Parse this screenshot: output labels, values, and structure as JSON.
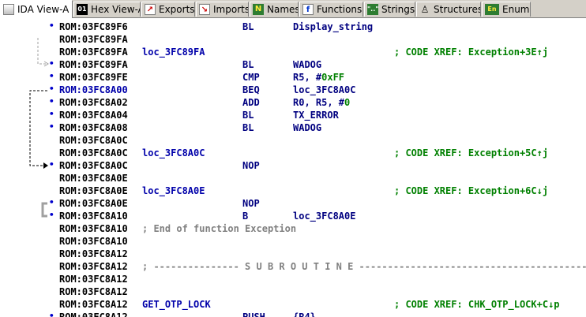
{
  "tabs": [
    {
      "label": "IDA View-A",
      "icon": "ida-view-icon",
      "glyph": "",
      "active": true
    },
    {
      "label": "Hex View-A",
      "icon": "hex-view-icon",
      "glyph": "01",
      "active": false
    },
    {
      "label": "Exports",
      "icon": "exports-icon",
      "glyph": "↗",
      "active": false
    },
    {
      "label": "Imports",
      "icon": "imports-icon",
      "glyph": "↘",
      "active": false
    },
    {
      "label": "Names",
      "icon": "names-icon",
      "glyph": "N",
      "active": false
    },
    {
      "label": "Functions",
      "icon": "functions-icon",
      "glyph": "f",
      "active": false
    },
    {
      "label": "Strings",
      "icon": "strings-icon",
      "glyph": "\"..\"",
      "active": false
    },
    {
      "label": "Structures",
      "icon": "structures-icon",
      "glyph": "♙",
      "active": false
    },
    {
      "label": "Enums",
      "icon": "enums-icon",
      "glyph": "En",
      "active": false
    }
  ],
  "colors": {
    "address": "#000000",
    "label": "#0000aa",
    "mnemonic": "#000080",
    "xref": "#008000",
    "comment": "#808080",
    "bullet": "#0000cc"
  },
  "listing": [
    {
      "dot": true,
      "addr": "ROM:03FC89F6",
      "label": "",
      "mnem": "BL",
      "ops": "Display_string",
      "xref": ""
    },
    {
      "dot": false,
      "addr": "ROM:03FC89FA",
      "label": "",
      "mnem": "",
      "ops": "",
      "xref": ""
    },
    {
      "dot": false,
      "addr": "ROM:03FC89FA",
      "label": "loc_3FC89FA",
      "mnem": "",
      "ops": "",
      "xref": "; CODE XREF: Exception+3E↑j"
    },
    {
      "dot": true,
      "addr": "ROM:03FC89FA",
      "label": "",
      "mnem": "BL",
      "ops": "WADOG",
      "xref": ""
    },
    {
      "dot": true,
      "addr": "ROM:03FC89FE",
      "label": "",
      "mnem": "CMP",
      "ops": "R5, #",
      "num": "0xFF",
      "xref": ""
    },
    {
      "dot": true,
      "addr": "ROM:03FC8A00",
      "label": "",
      "mnem": "BEQ",
      "ops": "loc_3FC8A0C",
      "xref": "",
      "hl": true
    },
    {
      "dot": true,
      "addr": "ROM:03FC8A02",
      "label": "",
      "mnem": "ADD",
      "ops": "R0, R5, #",
      "num": "0",
      "xref": ""
    },
    {
      "dot": true,
      "addr": "ROM:03FC8A04",
      "label": "",
      "mnem": "BL",
      "ops": "TX_ERROR",
      "xref": ""
    },
    {
      "dot": true,
      "addr": "ROM:03FC8A08",
      "label": "",
      "mnem": "BL",
      "ops": "WADOG",
      "xref": ""
    },
    {
      "dot": false,
      "addr": "ROM:03FC8A0C",
      "label": "",
      "mnem": "",
      "ops": "",
      "xref": ""
    },
    {
      "dot": false,
      "addr": "ROM:03FC8A0C",
      "label": "loc_3FC8A0C",
      "mnem": "",
      "ops": "",
      "xref": "; CODE XREF: Exception+5C↑j"
    },
    {
      "dot": true,
      "addr": "ROM:03FC8A0C",
      "label": "",
      "mnem": "NOP",
      "ops": "",
      "xref": ""
    },
    {
      "dot": false,
      "addr": "ROM:03FC8A0E",
      "label": "",
      "mnem": "",
      "ops": "",
      "xref": ""
    },
    {
      "dot": false,
      "addr": "ROM:03FC8A0E",
      "label": "loc_3FC8A0E",
      "mnem": "",
      "ops": "",
      "xref": "; CODE XREF: Exception+6C↓j"
    },
    {
      "dot": true,
      "addr": "ROM:03FC8A0E",
      "label": "",
      "mnem": "NOP",
      "ops": "",
      "xref": ""
    },
    {
      "dot": true,
      "addr": "ROM:03FC8A10",
      "label": "",
      "mnem": "B",
      "ops": "loc_3FC8A0E",
      "xref": ""
    },
    {
      "dot": false,
      "addr": "ROM:03FC8A10",
      "comment": "; End of function Exception"
    },
    {
      "dot": false,
      "addr": "ROM:03FC8A10",
      "label": "",
      "mnem": "",
      "ops": "",
      "xref": ""
    },
    {
      "dot": false,
      "addr": "ROM:03FC8A12",
      "label": "",
      "mnem": "",
      "ops": "",
      "xref": ""
    },
    {
      "dot": false,
      "addr": "ROM:03FC8A12",
      "sep": "; --------------- S U B R O U T I N E ----------------------------------------"
    },
    {
      "dot": false,
      "addr": "ROM:03FC8A12",
      "label": "",
      "mnem": "",
      "ops": "",
      "xref": ""
    },
    {
      "dot": false,
      "addr": "ROM:03FC8A12",
      "label": "",
      "mnem": "",
      "ops": "",
      "xref": ""
    },
    {
      "dot": false,
      "addr": "ROM:03FC8A12",
      "label": "GET_OTP_LOCK",
      "mnem": "",
      "ops": "",
      "xref": "; CODE XREF: CHK_OTP_LOCK+C↓p"
    },
    {
      "dot": true,
      "addr": "ROM:03FC8A12",
      "label": "",
      "mnem": "PUSH",
      "ops": "{R4}",
      "xref": ""
    }
  ]
}
